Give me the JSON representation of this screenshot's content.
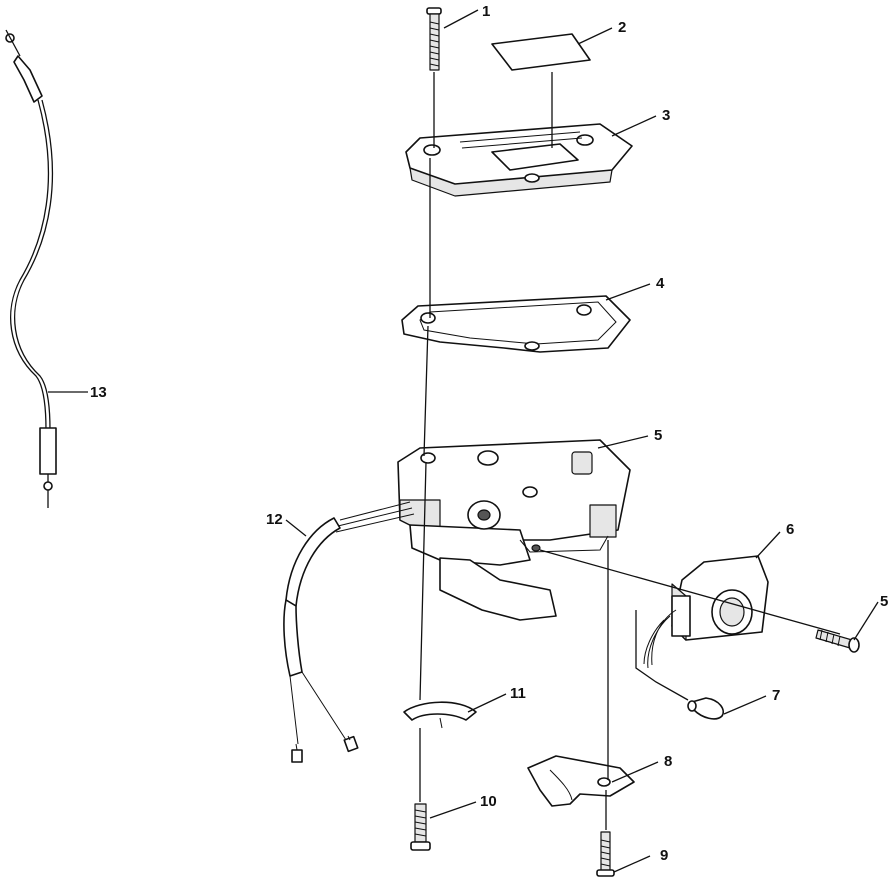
{
  "callouts": [
    "1",
    "2",
    "3",
    "4",
    "5",
    "5",
    "6",
    "7",
    "8",
    "9",
    "10",
    "11",
    "12",
    "13"
  ]
}
